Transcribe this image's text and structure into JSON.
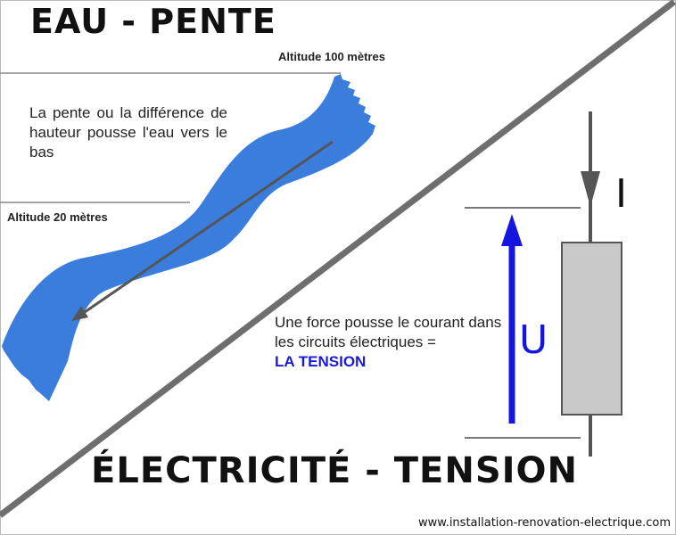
{
  "water": {
    "title": "EAU - PENTE",
    "altitude_high": "Altitude 100 mètres",
    "altitude_low": "Altitude 20 mètres",
    "description": "La pente ou la différence de hauteur pousse l'eau vers le bas"
  },
  "electricity": {
    "title": "ÉLECTRICITÉ - TENSION",
    "description": "Une force pousse le courant dans les circuits électriques =",
    "highlight": "LA TENSION",
    "current_symbol": "I",
    "voltage_symbol": "U"
  },
  "source_url": "www.installation-renovation-electrique.com",
  "colors": {
    "water": "#3b7ddd",
    "arrow_blue": "#1515e0",
    "resistor": "#c8c8c8",
    "divider": "#6e6e6e"
  }
}
